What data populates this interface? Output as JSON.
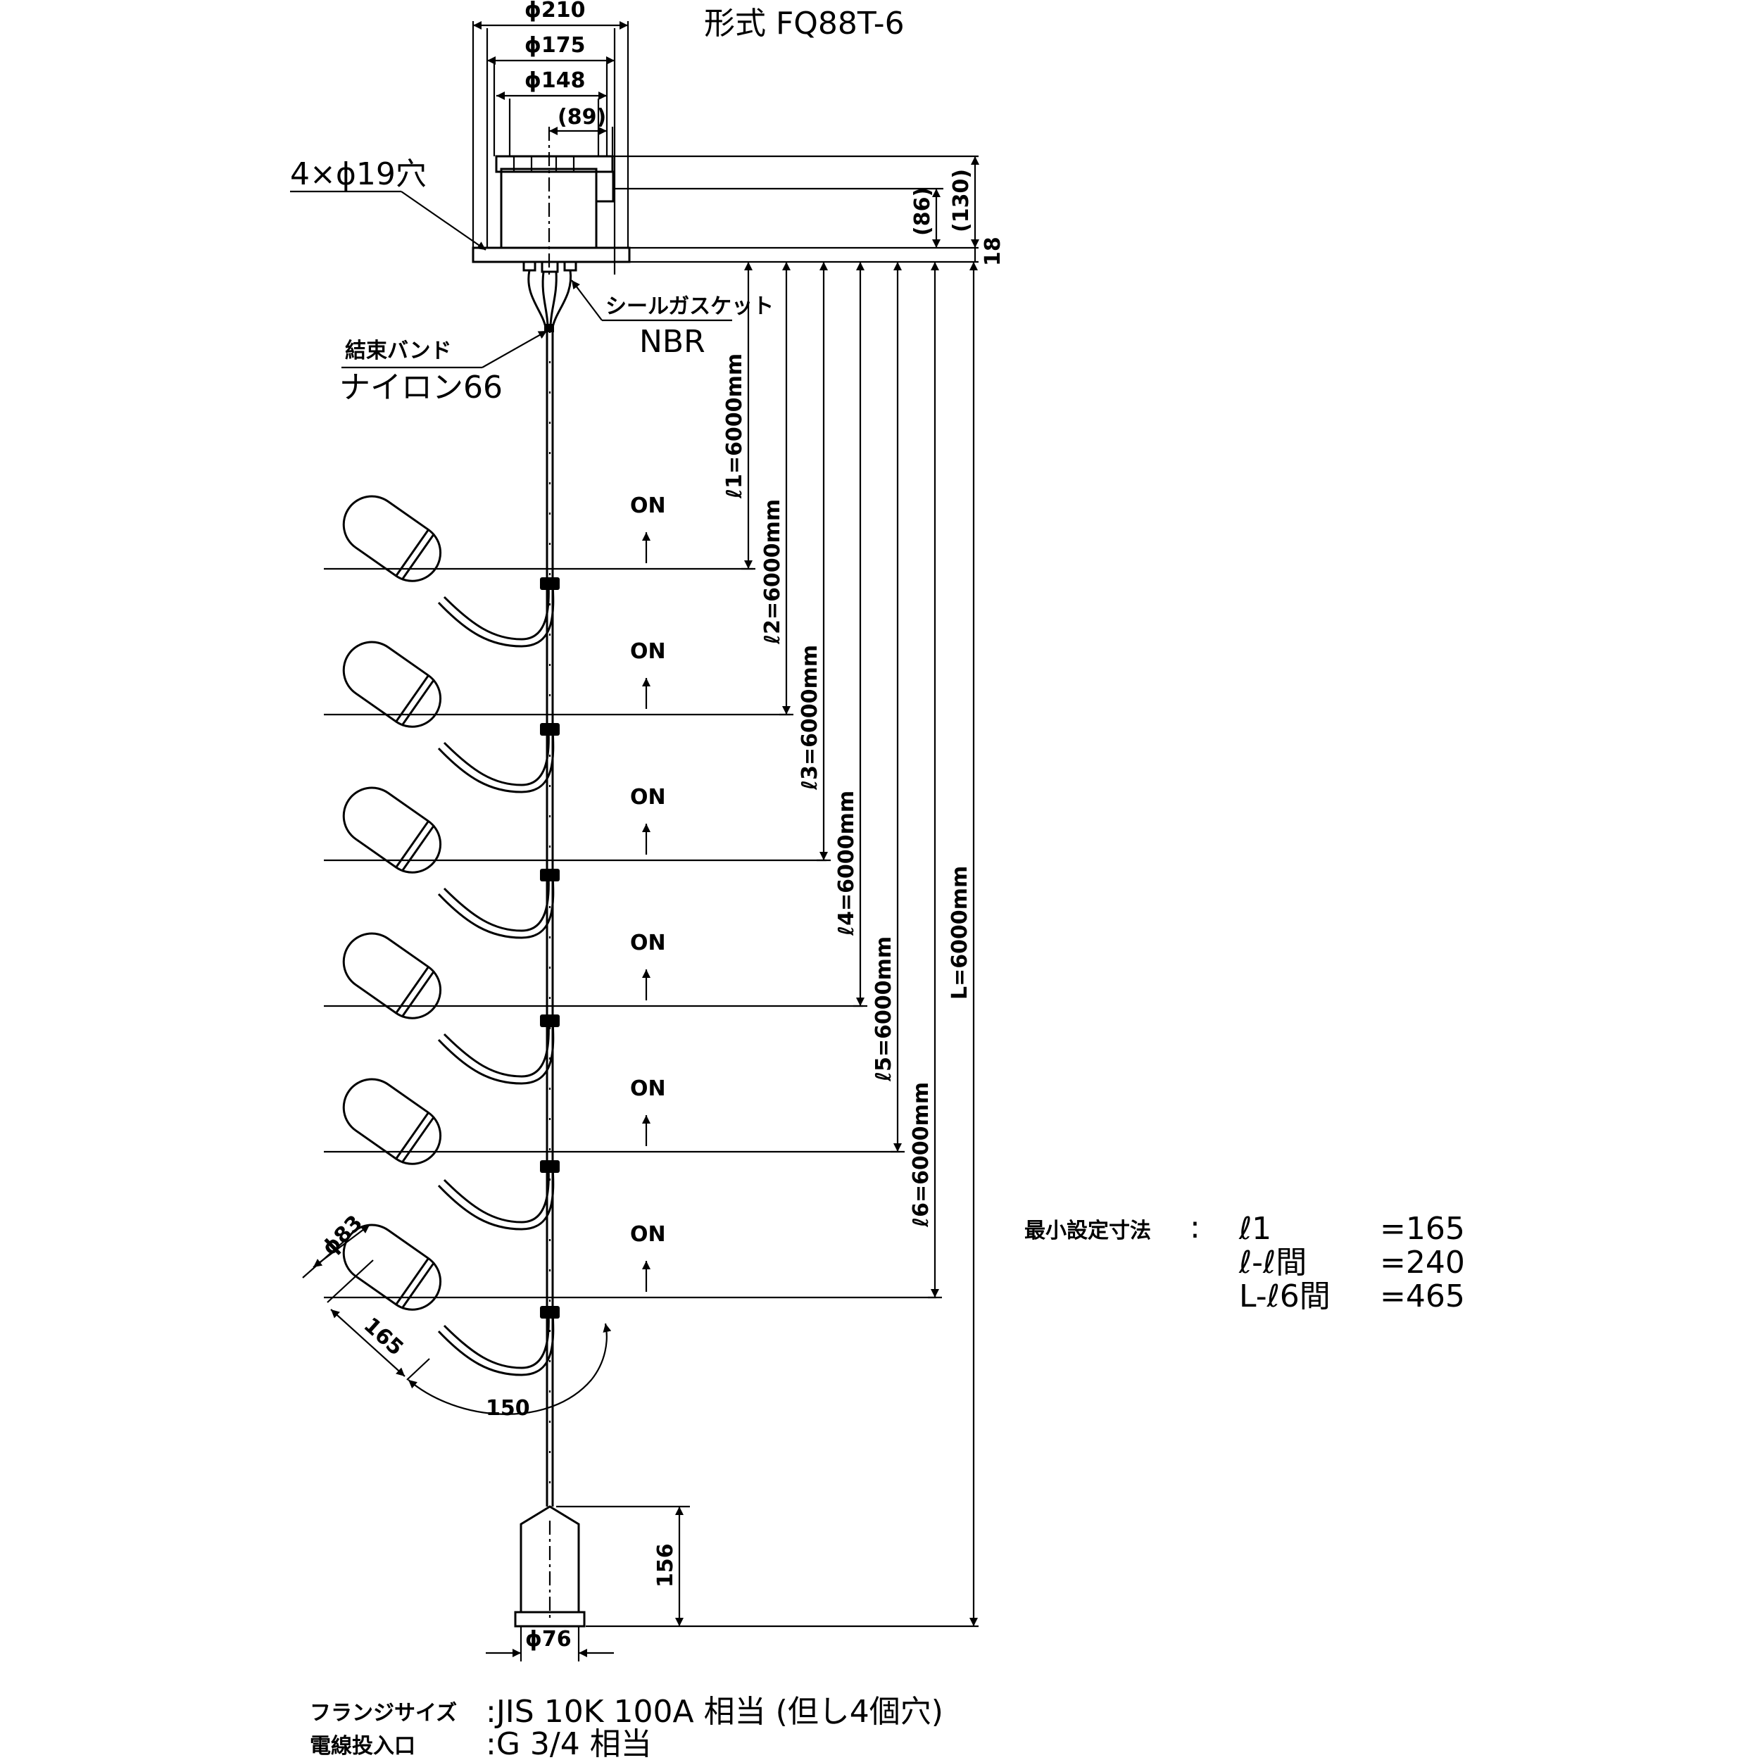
{
  "model": "形式 FQ88T-6",
  "flange_dims": {
    "d210": "ϕ210",
    "d175": "ϕ175",
    "d148": "ϕ148",
    "d89": "(89)",
    "h130": "(130)",
    "h86": "(86)",
    "t18": "18"
  },
  "callouts": {
    "holes": "4×ϕ19穴",
    "gasket_name": "シールガスケット",
    "gasket_material": "NBR",
    "band_name": "結束バンド",
    "band_material": "ナイロン66"
  },
  "lengths": [
    {
      "label": "ℓ1=6000mm"
    },
    {
      "label": "ℓ2=6000mm"
    },
    {
      "label": "ℓ3=6000mm"
    },
    {
      "label": "ℓ4=6000mm"
    },
    {
      "label": "ℓ5=6000mm"
    },
    {
      "label": "ℓ6=6000mm"
    },
    {
      "label": "L=6000mm"
    }
  ],
  "float_state": "ON",
  "float_dims": {
    "diameter": "ϕ83",
    "length": "165",
    "bend": "150"
  },
  "weight_dims": {
    "height": "156",
    "diameter": "ϕ76"
  },
  "min_settings": {
    "title": "最小設定寸法",
    "colon": ":",
    "rows": [
      {
        "label": "ℓ1",
        "value": "=165"
      },
      {
        "label": "ℓ-ℓ間",
        "value": "=240"
      },
      {
        "label": "L-ℓ6間",
        "value": "=465"
      }
    ]
  },
  "specs": [
    {
      "label": "フランジサイズ",
      "value": ":JIS 10K 100A 相当 (但し4個穴)"
    },
    {
      "label": "電線投入口",
      "value": ":G 3/4 相当"
    }
  ]
}
